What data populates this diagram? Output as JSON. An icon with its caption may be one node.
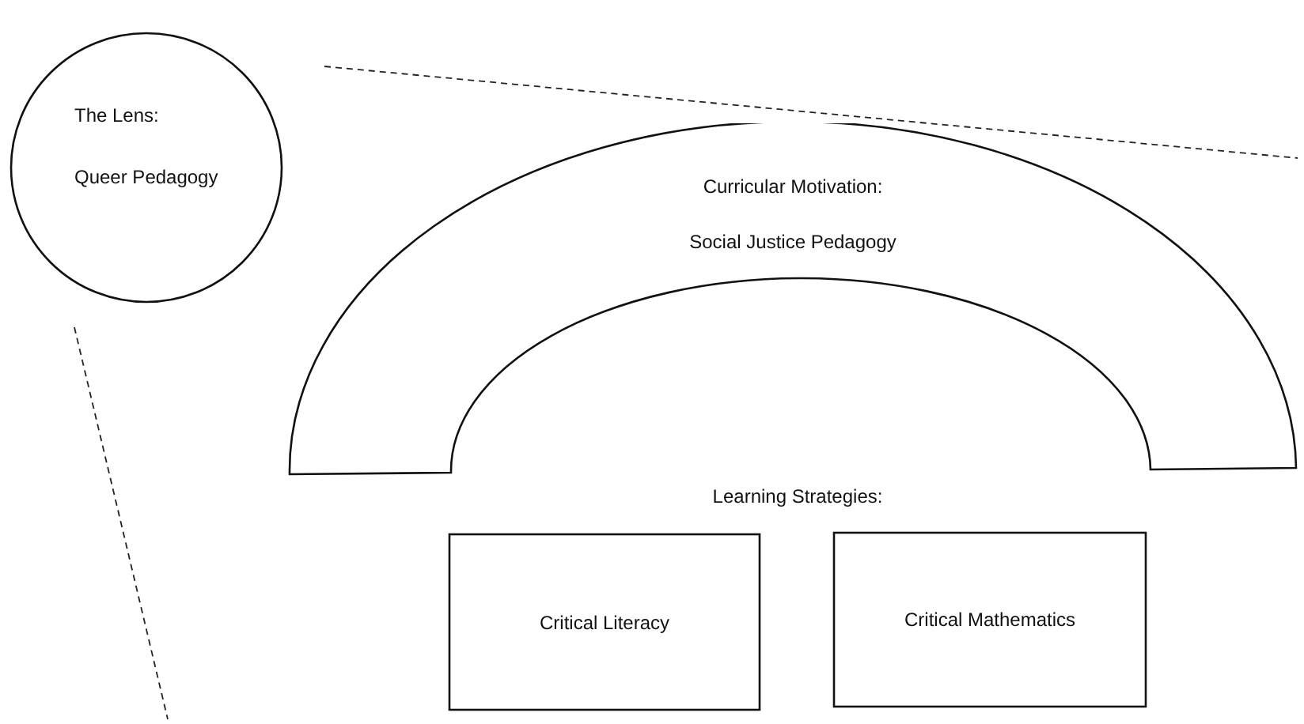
{
  "diagram": {
    "nodes": [
      {
        "text": [
          "The Lens:",
          "Queer Pedagogy"
        ]
      },
      {
        "text": [
          "Curricular Motivation:",
          "Social Justice Pedagogy"
        ]
      },
      {
        "text": [
          "Critical Literacy"
        ]
      },
      {
        "text": [
          "Critical Mathematics"
        ]
      }
    ],
    "edges": [],
    "labels": [
      "Learning Strategies:"
    ]
  }
}
